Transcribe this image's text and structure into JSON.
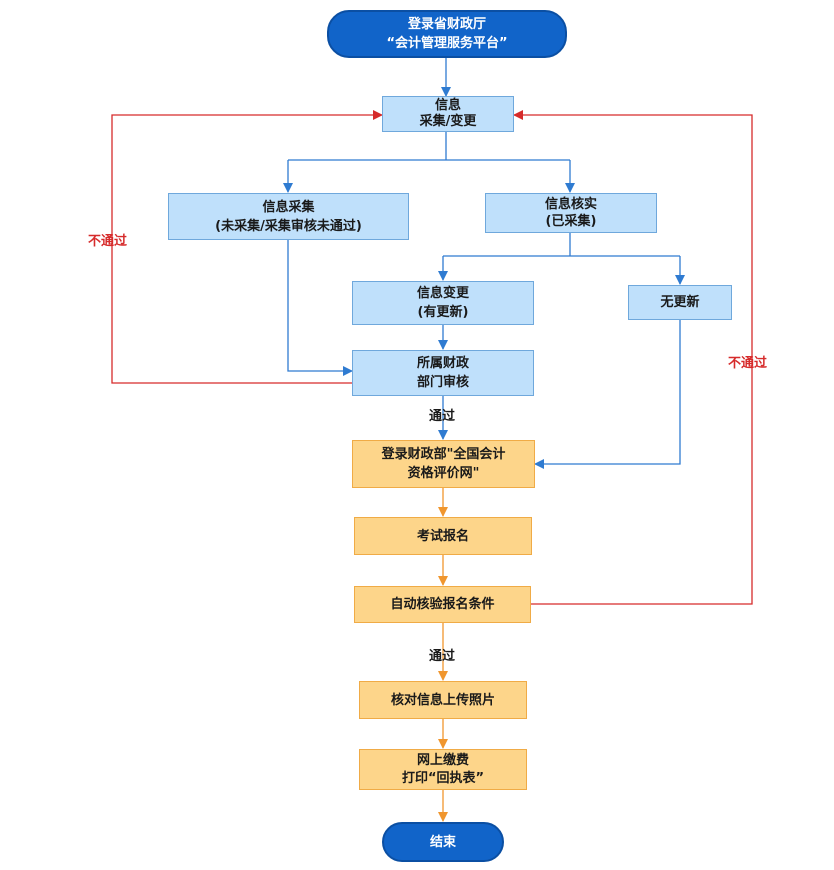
{
  "nodes": {
    "start": {
      "line1": "登录省财政厅",
      "line2": "“会计管理服务平台”"
    },
    "info_collect_change": {
      "line1": "信息",
      "line2": "采集/变更"
    },
    "info_collect": {
      "line1": "信息采集",
      "line2": "(未采集/采集审核未通过)"
    },
    "info_verify": {
      "line1": "信息核实",
      "line2": "(已采集)"
    },
    "info_change": {
      "line1": "信息变更",
      "line2": "(有更新)"
    },
    "no_update": {
      "line1": "无更新"
    },
    "finance_review": {
      "line1": "所属财政",
      "line2": "部门审核"
    },
    "login_mof": {
      "line1": "登录财政部\"全国会计",
      "line2": "资格评价网\""
    },
    "exam_register": {
      "line1": "考试报名"
    },
    "auto_check": {
      "line1": "自动核验报名条件"
    },
    "verify_photo": {
      "line1": "核对信息上传照片"
    },
    "pay_print": {
      "line1": "网上缴费",
      "line2": "打印“回执表”"
    },
    "end": {
      "line1": "结束"
    }
  },
  "labels": {
    "fail_left": "不通过",
    "fail_right": "不通过",
    "pass_1": "通过",
    "pass_2": "通过"
  },
  "colors": {
    "blue_arrow": "#2f7bd1",
    "orange_arrow": "#f0962e",
    "red_line": "#d62b2b",
    "blue_fill": "#bfe0fb",
    "orange_fill": "#fdd58a",
    "pill_fill": "#1164c9"
  }
}
